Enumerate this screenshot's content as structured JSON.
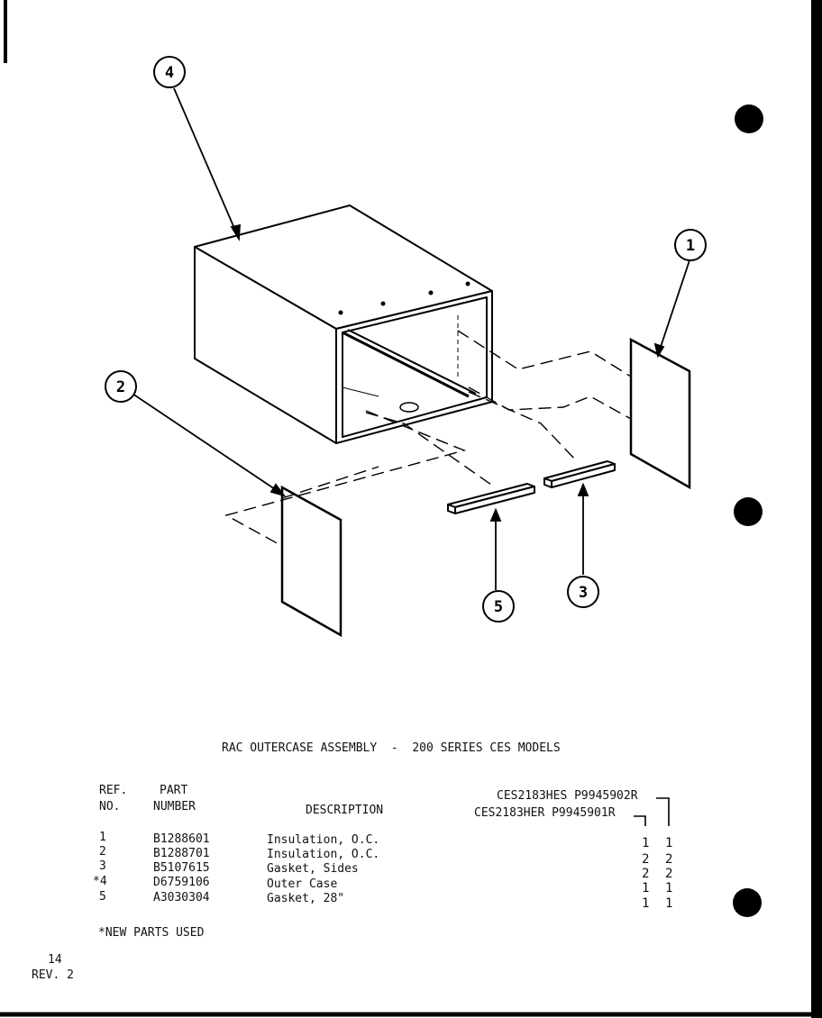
{
  "callouts": {
    "c1": "1",
    "c2": "2",
    "c3": "3",
    "c4": "4",
    "c5": "5"
  },
  "title": "RAC OUTERCASE ASSEMBLY  -  200 SERIES CES MODELS",
  "table": {
    "headers": {
      "ref_line1": "REF.",
      "ref_line2": "NO.",
      "part_line1": "PART",
      "part_line2": "NUMBER",
      "description": "DESCRIPTION"
    },
    "models": {
      "model_a": "CES2183HES P9945902R",
      "model_b": "CES2183HER P9945901R"
    },
    "rows": [
      {
        "ref": "1",
        "part": "B1288601",
        "desc": "Insulation, O.C.",
        "qty_b": "1",
        "qty_a": "1"
      },
      {
        "ref": "2",
        "part": "B1288701",
        "desc": "Insulation, O.C.",
        "qty_b": "2",
        "qty_a": "2"
      },
      {
        "ref": "3",
        "part": "B5107615",
        "desc": "Gasket, Sides",
        "qty_b": "2",
        "qty_a": "2"
      },
      {
        "ref": "*4",
        "part": "D6759106",
        "desc": "Outer Case",
        "qty_b": "1",
        "qty_a": "1"
      },
      {
        "ref": "5",
        "part": "A3030304",
        "desc": "Gasket, 28\"",
        "qty_b": "1",
        "qty_a": "1"
      }
    ]
  },
  "footnote": "*NEW PARTS USED",
  "page_number": "14",
  "revision": "REV. 2"
}
